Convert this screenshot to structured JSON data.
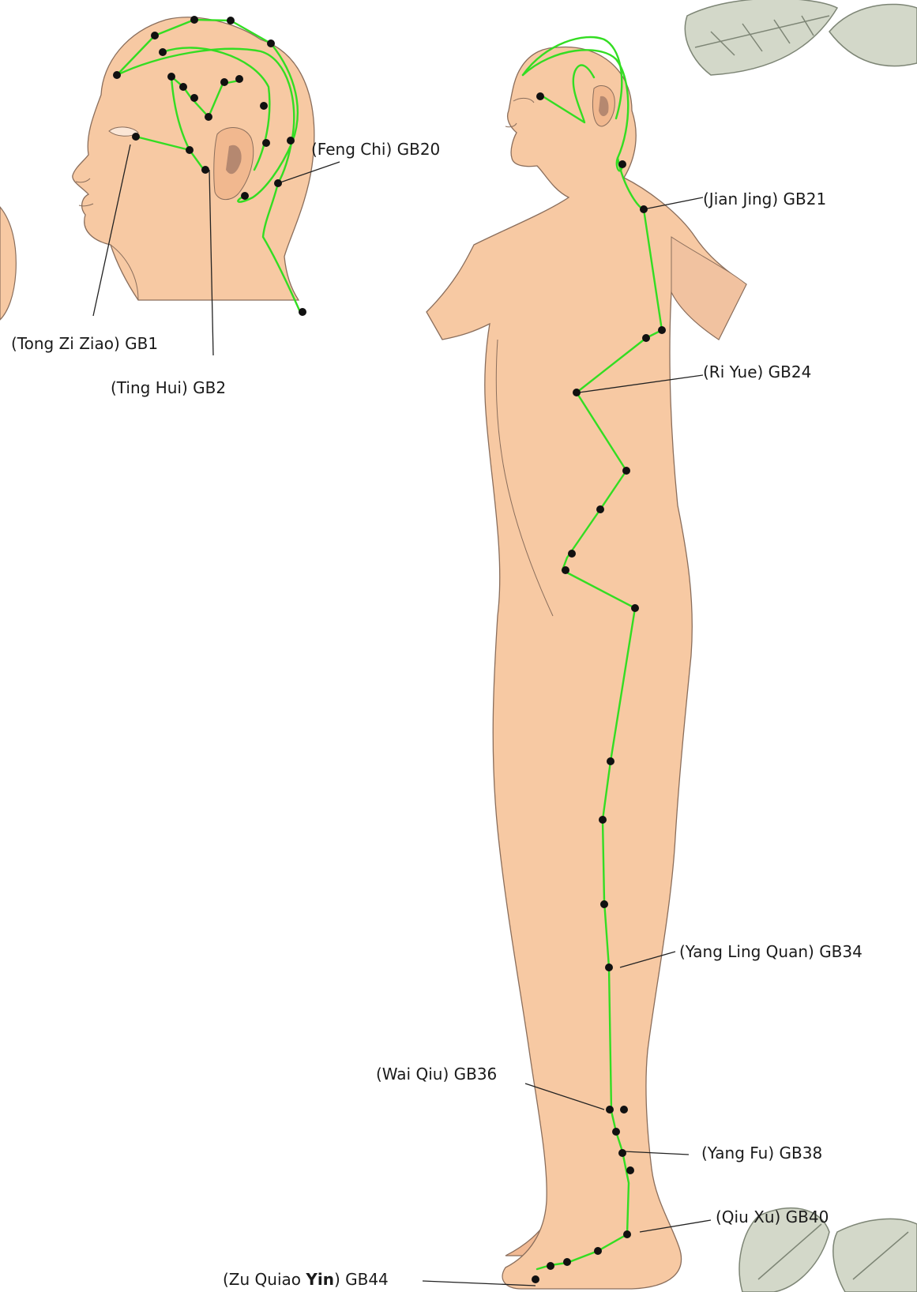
{
  "colors": {
    "skin": "#f7c9a3",
    "skin_shadow": "#eab089",
    "outline": "#8a6e5c",
    "meridian": "#33dd22",
    "point": "#111111",
    "leaf": "#c7cdbd"
  },
  "icons": {
    "leaf_top_right": "leaf-icon",
    "leaf_bottom_right": "leaf-icon"
  },
  "labels": {
    "gb1": "(Tong Zi Ziao) GB1",
    "gb2": "(Ting Hui) GB2",
    "gb20": "(Feng Chi) GB20",
    "gb21": "(Jian Jing) GB21",
    "gb24": "(Ri Yue) GB24",
    "gb34": "(Yang Ling Quan) GB34",
    "gb36": "(Wai Qiu) GB36",
    "gb38": "(Yang Fu) GB38",
    "gb40": "(Qiu Xu) GB40",
    "gb44_prefix": "(Zu Quiao ",
    "gb44_bold": "Yin",
    "gb44_suffix": ") GB44"
  }
}
